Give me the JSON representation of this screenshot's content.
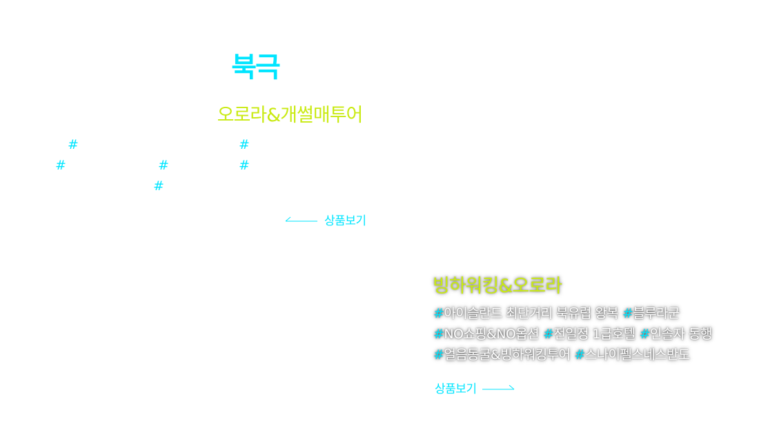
{
  "left_card": {
    "region": "북극",
    "subtitle": "오로라&개썰매투어",
    "hash_symbol": "#",
    "more_label": "상품보기"
  },
  "right_card": {
    "title": "빙하워킹&오로라",
    "tag_lines": [
      [
        "아이슬란드 최단거리 북유럽 왕복",
        "블루라군"
      ],
      [
        "NO쇼핑&NO옵션",
        "전일정 1급호텔",
        "인솔자 동행"
      ],
      [
        "얼음동굴&빙하워킹투어",
        "스나이펠스네스반도"
      ]
    ],
    "hash_symbol": "#",
    "more_label": "상품보기"
  },
  "colors": {
    "accent_cyan": "#00e5ff",
    "accent_lime": "#c9ea12",
    "background": "#ffffff"
  },
  "icons": {
    "left_arrow": "arrow-left-icon",
    "right_arrow": "arrow-right-icon"
  }
}
